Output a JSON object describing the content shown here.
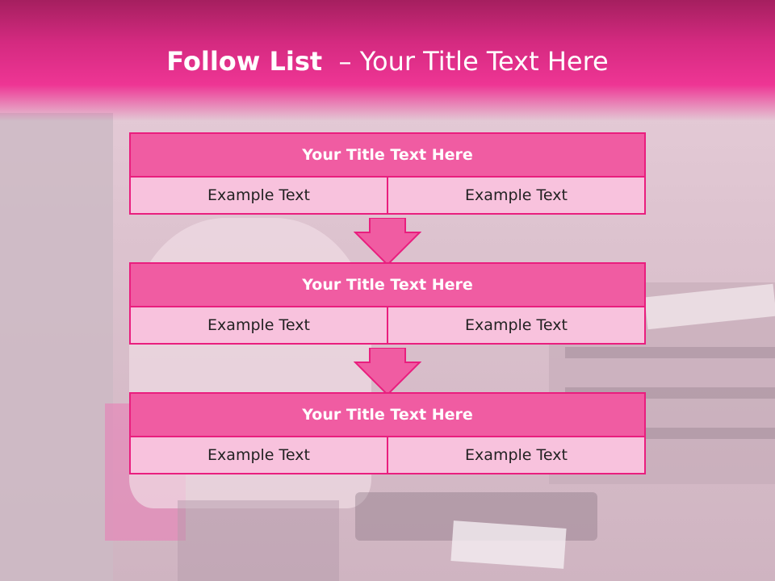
{
  "slide": {
    "title_bold": "Follow List",
    "title_rest": "– Your Title Text Here"
  },
  "blocks": [
    {
      "title": "Your Title Text Here",
      "left": "Example Text",
      "right": "Example Text"
    },
    {
      "title": "Your Title Text Here",
      "left": "Example Text",
      "right": "Example Text"
    },
    {
      "title": "Your Title Text Here",
      "left": "Example Text",
      "right": "Example Text"
    }
  ],
  "colors": {
    "header": "#ee3594",
    "block_title_fill": "#f05ca2",
    "cell_fill": "#f8c2dd",
    "border": "#e91e7e"
  }
}
